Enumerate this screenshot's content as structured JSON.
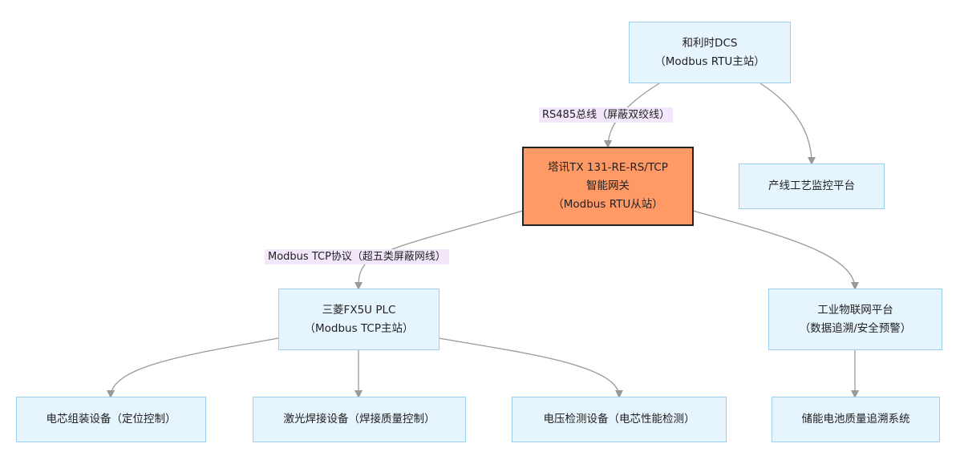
{
  "nodes": {
    "dcs": [
      "和利时DCS",
      "（Modbus RTU主站）"
    ],
    "gateway": [
      "塔讯TX 131-RE-RS/TCP",
      "智能网关",
      "（Modbus RTU从站）"
    ],
    "line_monitor": [
      "产线工艺监控平台"
    ],
    "plc": [
      "三菱FX5U PLC",
      "（Modbus TCP主站）"
    ],
    "iiot": [
      "工业物联网平台",
      "（数据追溯/安全预警）"
    ],
    "cell_assembly": [
      "电芯组装设备（定位控制）"
    ],
    "laser_welding": [
      "激光焊接设备（焊接质量控制）"
    ],
    "voltage_test": [
      "电压检测设备（电芯性能检测）"
    ],
    "battery_trace": [
      "储能电池质量追溯系统"
    ]
  },
  "edge_labels": {
    "rs485": "RS485总线（屏蔽双绞线）",
    "modbus_tcp": "Modbus TCP协议（超五类屏蔽网线）"
  },
  "colors": {
    "node_fill": "#e6f4fd",
    "node_border": "#9dd0ee",
    "gateway_fill": "#ff9966",
    "gateway_border": "#222222",
    "edge": "#999999",
    "edge_label_bg": "#f3e8fb"
  }
}
